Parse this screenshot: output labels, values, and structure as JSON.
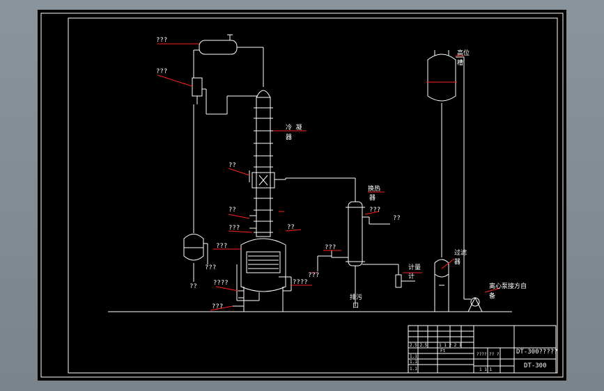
{
  "labels": {
    "condenser": "???",
    "separator": "???",
    "column_side": "冷 凝",
    "column_side2": "器",
    "feed_upper": "??",
    "feed_mid": "??",
    "feed_lower": "???",
    "reboiler_top": "??",
    "reboiler_left": "???",
    "receiver_tank": "???",
    "receiver_bottom": "??",
    "pump_left": "????",
    "base_left": "???",
    "base_right": "????",
    "outlet_right": "???",
    "hx_title1": "换热",
    "hx_title2": "器",
    "hx_side": "???",
    "hx_valve": "??",
    "hx_bottom1": "排污",
    "hx_bottom2": "口",
    "hx_inlet": "???",
    "meter1": "计量",
    "meter2": "计",
    "storage_top1": "高位",
    "storage_top2": "槽",
    "filter1": "过滤",
    "filter2": "器",
    "pump_right1": "离心泵接方自",
    "pump_right2": "备"
  },
  "title_block": {
    "title_line1": "DT-300?????",
    "title_line2": "DT-300",
    "mid_code": "???? ?? ?",
    "mid_nums": "1   1   1",
    "cell_left_a": "2.5 2.5",
    "cell_left_b": "1.1",
    "cell_left_c": "1.1",
    "cell_left_d": "1.1",
    "cell_scale": "Ft",
    "cell_row": "1 1 2 2 1"
  }
}
